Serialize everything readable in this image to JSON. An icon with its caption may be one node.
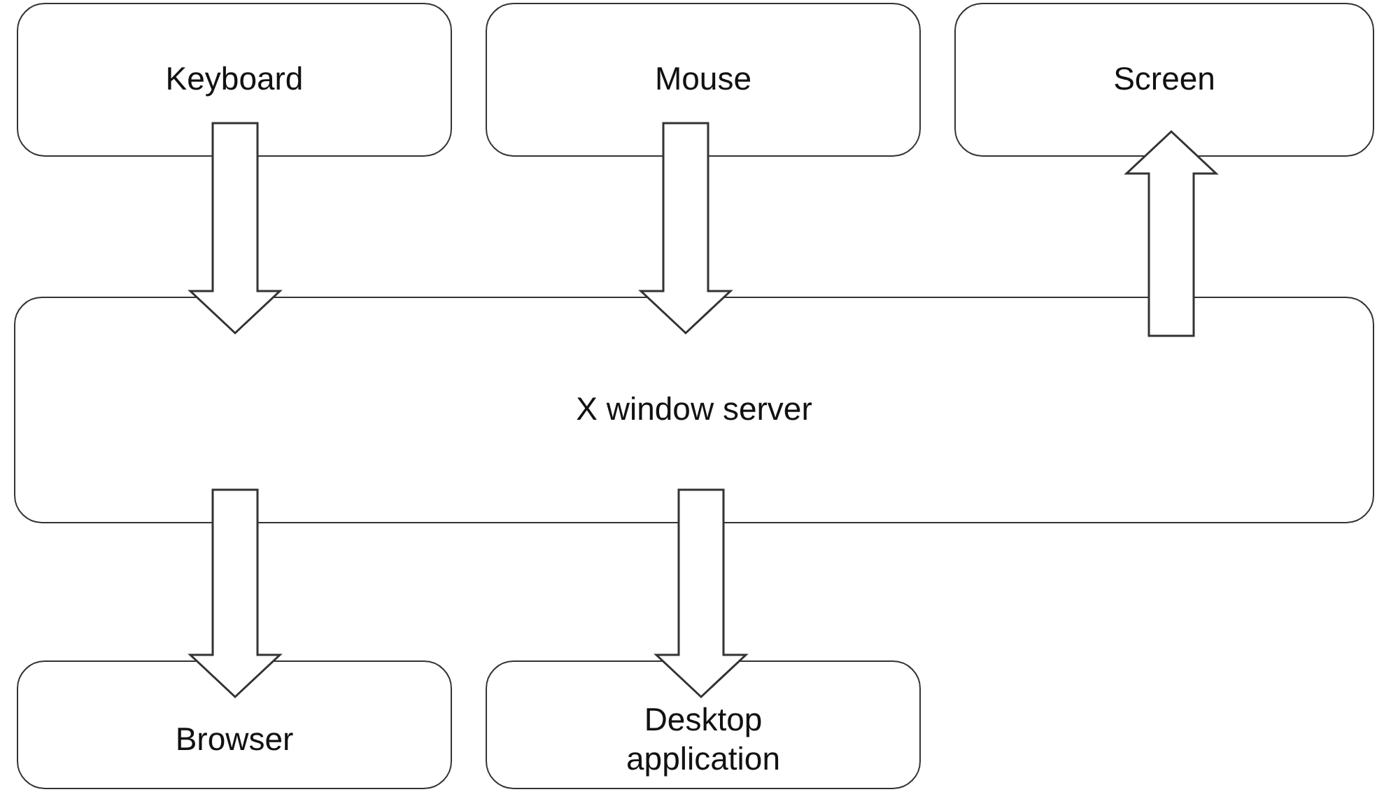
{
  "diagram": {
    "nodes": [
      {
        "text": [
          "Keyboard"
        ]
      },
      {
        "text": [
          "Mouse"
        ]
      },
      {
        "text": [
          "Screen"
        ]
      },
      {
        "text": [
          "X window server"
        ]
      },
      {
        "text": [
          "Browser"
        ]
      },
      {
        "text": [
          "Desktop application"
        ]
      }
    ],
    "edges": [
      {
        "from": 0,
        "to": 3,
        "arrow": "to"
      },
      {
        "from": 1,
        "to": 3,
        "arrow": "to"
      },
      {
        "from": 3,
        "to": 2,
        "arrow": "to"
      },
      {
        "from": 3,
        "to": 4,
        "arrow": "to"
      },
      {
        "from": 3,
        "to": 5,
        "arrow": "to"
      }
    ]
  }
}
